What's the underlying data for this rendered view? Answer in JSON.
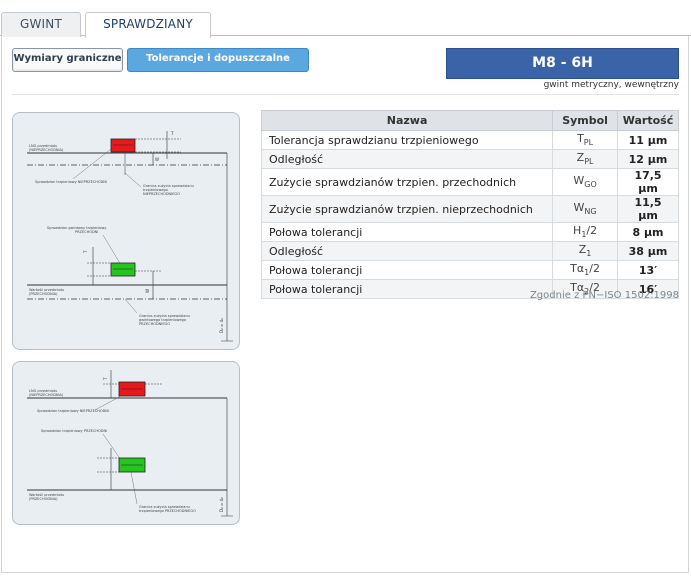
{
  "tabs": [
    {
      "label": "GWINT"
    },
    {
      "label": "SPRAWDZIANY"
    }
  ],
  "subtabs": {
    "wymiary": "Wymiary graniczne",
    "tolerancje": "Tolerancje i dopuszczalne zużycie"
  },
  "header": {
    "thread": "M8 - 6H",
    "subtitle": "gwint metryczny, wewnętrzny"
  },
  "table": {
    "headers": {
      "name": "Nazwa",
      "symbol": "Symbol",
      "value": "Wartość"
    },
    "rows": [
      {
        "name": "Tolerancja sprawdzianu trzpieniowego",
        "sym": "T",
        "sub": "PL",
        "suffix": "",
        "value": "11 µm"
      },
      {
        "name": "Odległość",
        "sym": "Z",
        "sub": "PL",
        "suffix": "",
        "value": "12 µm"
      },
      {
        "name": "Zużycie sprawdzianów trzpien. przechodnich",
        "sym": "W",
        "sub": "GO",
        "suffix": "",
        "value": "17,5 µm"
      },
      {
        "name": "Zużycie sprawdzianów trzpien. nieprzechodnich",
        "sym": "W",
        "sub": "NG",
        "suffix": "",
        "value": "11,5 µm"
      },
      {
        "name": "Połowa tolerancji",
        "sym": "H",
        "sub": "1",
        "suffix": "/2",
        "value": "8 µm"
      },
      {
        "name": "Odległość",
        "sym": "Z",
        "sub": "1",
        "suffix": "",
        "value": "38 µm"
      },
      {
        "name": "Połowa tolerancji",
        "sym": "Tα",
        "sub": "1",
        "suffix": "/2",
        "value": "13′"
      },
      {
        "name": "Połowa tolerancji",
        "sym": "Tα",
        "sub": "2",
        "suffix": "/2",
        "value": "16′"
      }
    ],
    "norm": "Zgodnie z PN−ISO 1502:1998"
  },
  "diagram1": {
    "limit_ng": "LNG przedmiotu",
    "limit_ng_sub": "(NIEPRZECHODNIA)",
    "gauge_ng": "Sprawdzian trzpieniowy NIEPRZECHODNI",
    "wear_ng_1": "Granica zużycia sprawdzianu",
    "wear_ng_2": "trzpieniowego",
    "wear_ng_3": "NIEPRZECHODNIEGO",
    "gauge_go_1": "Sprawdzian gwintowy trzpieniowy",
    "gauge_go_2": "PRZECHODNI",
    "limit_go": "Wartość przedmiotu",
    "limit_go_sub": "(PRZECHODNIA)",
    "wear_go_1": "Granica zużycia sprawdzianu",
    "wear_go_2": "gwintowego trzpieniowego",
    "wear_go_3": "PRZECHODNIEGO",
    "dim_t": "T",
    "dim_w": "W",
    "dim_d": "D₂ = d₂"
  },
  "diagram2": {
    "limit_ng": "LNG przedmiotu",
    "limit_ng_sub": "(NIEPRZECHODNIA)",
    "gauge_ng": "Sprawdzian trzpieniowy NIEPRZECHODNI",
    "gauge_go": "Sprawdzian trzpieniowy PRZECHODNI",
    "limit_go": "Wartość przedmiotu",
    "limit_go_sub": "(PRZECHODNIA)",
    "wear_go_1": "Granica zużycia sprawdzianu",
    "wear_go_2": "trzpieniowego PRZECHODNIEGO",
    "dim_t": "T",
    "dim_d": "D₂ = d₂"
  },
  "colors": {
    "ng_box": "#e8191c",
    "go_box": "#26c41f",
    "title_bg": "#3a63a8",
    "active_sub": "#5ba8e0"
  }
}
